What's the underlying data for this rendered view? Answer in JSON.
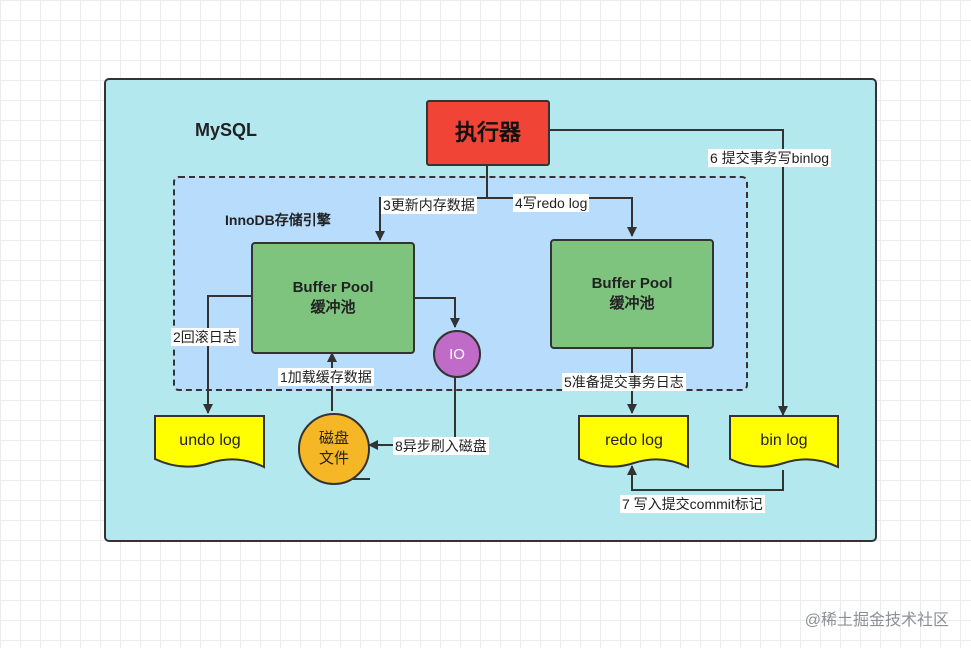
{
  "mysql_label": "MySQL",
  "innodb_label": "InnoDB存储引擎",
  "executor_label": "执行器",
  "buffer_pool": {
    "title": "Buffer Pool",
    "subtitle": "缓冲池"
  },
  "io_label": "IO",
  "disk": {
    "line1": "磁盘",
    "line2": "文件"
  },
  "documents": {
    "undo_log": "undo log",
    "redo_log": "redo log",
    "bin_log": "bin log"
  },
  "edges": {
    "load_data": "1加载缓存数据",
    "rollback_log": "2回滚日志",
    "update_memory": "3更新内存数据",
    "write_redo": "4写redo log",
    "prepare_commit": "5准备提交事务日志",
    "commit_binlog": "6 提交事务写binlog",
    "write_commit": "7 写入提交commit标记",
    "async_flush": "8异步刷入磁盘"
  },
  "watermark": "@稀土掘金技术社区",
  "colors": {
    "mysql_bg": "#b3e8ef",
    "innodb_bg": "#b8dcfc",
    "executor": "#f04437",
    "buffer_pool": "#7ec47f",
    "io": "#c06bc8",
    "disk": "#f6b727",
    "log_doc": "#ffff00"
  }
}
